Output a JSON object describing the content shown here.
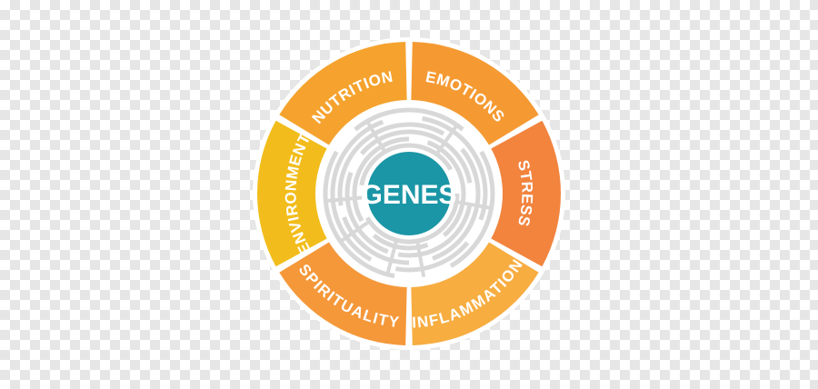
{
  "center": {
    "label": "GENES",
    "color": "#1b96a6"
  },
  "segments": [
    {
      "label": "ENVIRONMENT",
      "color": "#f2bd1c"
    },
    {
      "label": "NUTRITION",
      "color": "#f5a32e"
    },
    {
      "label": "EMOTIONS",
      "color": "#f59a32"
    },
    {
      "label": "STRESS",
      "color": "#f2843e"
    },
    {
      "label": "INFLAMMATION",
      "color": "#f7ad40"
    },
    {
      "label": "SPIRITUALITY",
      "color": "#f5983a"
    }
  ],
  "colors": {
    "ring_border": "#ffffff",
    "maze": "#d8d8d8"
  }
}
